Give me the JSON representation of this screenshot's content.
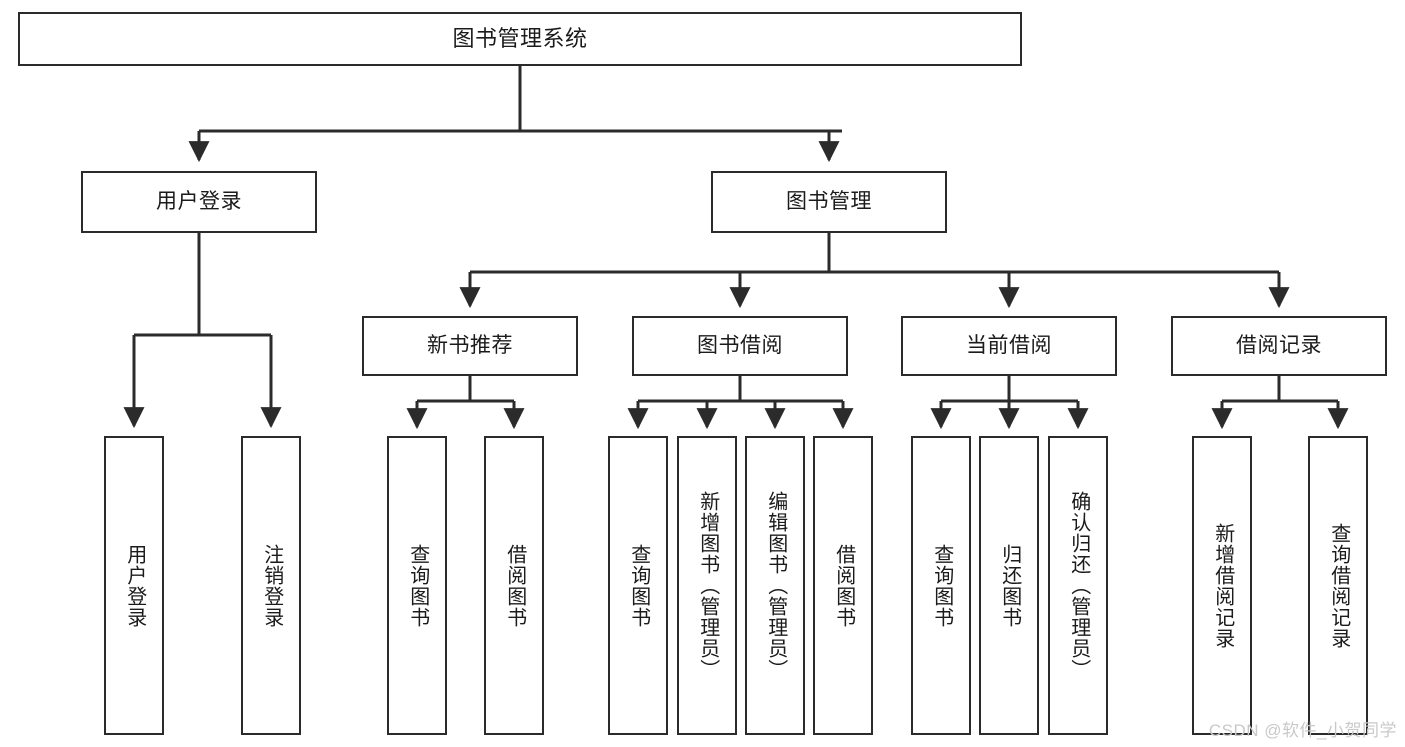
{
  "diagram": {
    "title": "图书管理系统",
    "watermark": "CSDN @软件_小贺同学",
    "stroke_color": "#2b2b2b",
    "box_fill": "#ffffff",
    "background": "#ffffff",
    "text_color": "#1b1b1b"
  },
  "root": {
    "label": "图书管理系统"
  },
  "level2": [
    {
      "label": "用户登录"
    },
    {
      "label": "图书管理"
    }
  ],
  "level3": [
    {
      "label": "新书推荐"
    },
    {
      "label": "图书借阅"
    },
    {
      "label": "当前借阅"
    },
    {
      "label": "借阅记录"
    }
  ],
  "leaves": {
    "user_login": [
      {
        "label": "用户登录"
      },
      {
        "label": "注销登录"
      }
    ],
    "new_book_recommend": [
      {
        "label": "查询图书"
      },
      {
        "label": "借阅图书"
      }
    ],
    "book_borrow": [
      {
        "label": "查询图书"
      },
      {
        "label": "新增图书（管理员）"
      },
      {
        "label": "编辑图书（管理员）"
      },
      {
        "label": "借阅图书"
      }
    ],
    "current_borrow": [
      {
        "label": "查询图书"
      },
      {
        "label": "归还图书"
      },
      {
        "label": "确认归还（管理员）"
      }
    ],
    "borrow_records": [
      {
        "label": "新增借阅记录"
      },
      {
        "label": "查询借阅记录"
      }
    ]
  }
}
